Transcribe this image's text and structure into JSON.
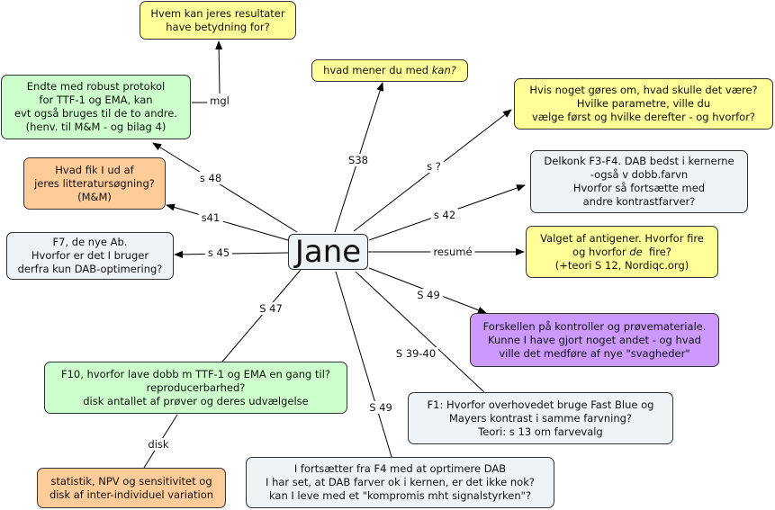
{
  "center": {
    "label": "Jane"
  },
  "nodes": {
    "hvem": "Hvem kan jeres resultater\nhave betydning for?",
    "endte": "Endte med robust protokol\nfor TTF-1 og EMA, kan\nevt også bruges til de to andre.\n(henv. til M&M - og bilag 4)",
    "hvad_mener_prefix": "hvad mener du med ",
    "hvad_mener_italic": "kan?",
    "hvis": "Hvis noget gøres om, hvad skulle det være?\nHvilke parametre, ville du\nvælge først og hvilke derefter - og hvorfor?",
    "hvad_fik": "Hvad fik I ud af\njeres litteratursøgning?\n(M&M)",
    "delkonk": "Delkonk F3-F4. DAB bedst i kernerne\n-også v dobb.farvn\nHvorfor så fortsætte med\nandre kontrastfarver?",
    "f7": "F7, de nye Ab.\nHvorfor er det I bruger\nderfra kun DAB-optimering?",
    "valget_1": "Valget af antigener. Hvorfor fire",
    "valget_2a": "og hvorfor ",
    "valget_2i": "de",
    "valget_2b": "  fire?",
    "valget_3": "(+teori S 12, Nordiqc.org)",
    "forskellen": "Forskellen på kontroller og prøvemateriale.\nKunne I have gjort noget andet - og hvad\nville det medføre af nye \"svagheder\"",
    "f10": "F10, hvorfor lave dobb m TTF-1 og EMA en gang til?\nreproducerbarhed?\ndisk antallet af prøver og deres udvælgelse",
    "f1": "F1: Hvorfor overhovedet bruge Fast Blue og\nMayers kontrast i samme farvning?\nTeori: s 13 om farvevalg",
    "statistik": "statistik, NPV og sensitivitet og\ndisk af inter-individuel variation",
    "fortsaetter": "I fortsætter fra F4 med at oprtimere DAB\nI har set, at DAB farver ok i kernen, er det ikke nok?\nkan I leve med et \"kompromis mht signalstyrken\"?"
  },
  "links": {
    "mgl": "mgl",
    "s48": "s 48",
    "s41": "s41",
    "s45": "s 45",
    "s38": "S38",
    "sq": "s ?",
    "s42": "s 42",
    "resume": "resumé",
    "s49a": "S 49",
    "s3940": "S 39-40",
    "s47": "S 47",
    "s49b": "S 49",
    "disk": "disk"
  },
  "colors": {
    "yellow": "#ffff99",
    "green": "#ccffcc",
    "orange": "#ffcc99",
    "grey": "#eef3f5",
    "purple": "#cc99ff"
  }
}
